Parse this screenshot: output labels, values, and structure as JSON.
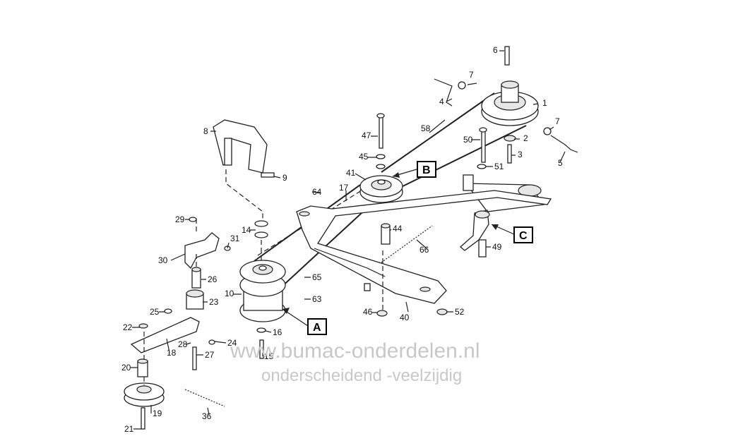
{
  "parts": {
    "p1": "1",
    "p2": "2",
    "p3": "3",
    "p4": "4",
    "p5": "5",
    "p6": "6",
    "p7a": "7",
    "p7b": "7",
    "p8": "8",
    "p9": "9",
    "p10": "10",
    "p14": "14",
    "p15": "15",
    "p16": "16",
    "p17": "17",
    "p18": "18",
    "p19": "19",
    "p20": "20",
    "p21": "21",
    "p22": "22",
    "p23": "23",
    "p24": "24",
    "p25": "25",
    "p26": "26",
    "p27": "27",
    "p28": "28",
    "p29": "29",
    "p30": "30",
    "p31": "31",
    "p36": "36",
    "p40": "40",
    "p41": "41",
    "p44": "44",
    "p45": "45",
    "p46": "46",
    "p47": "47",
    "p49": "49",
    "p50": "50",
    "p51": "51",
    "p52": "52",
    "p58": "58",
    "p63": "63",
    "p64": "64",
    "p65": "65",
    "p66": "66"
  },
  "callouts": {
    "a": "A",
    "b": "B",
    "c": "C"
  },
  "watermark": {
    "url": "www.bumac-onderdelen.nl",
    "slogan": "onderscheidend -veelzijdig"
  }
}
